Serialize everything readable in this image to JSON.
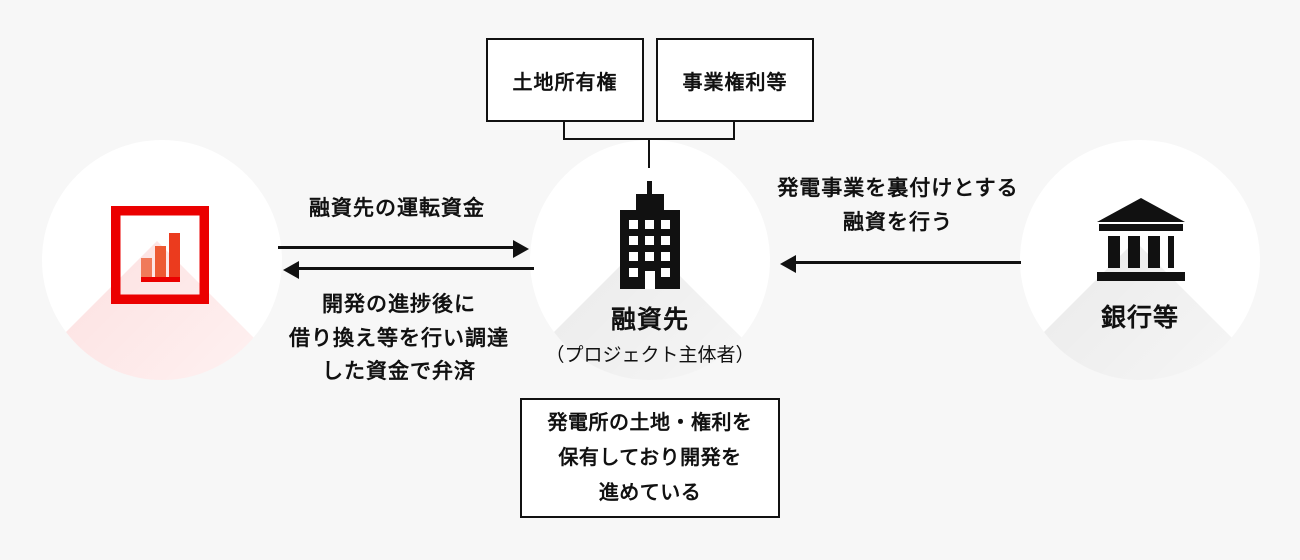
{
  "diagram": {
    "background_color": "#f7f7f7",
    "accent_color": "#eb0000",
    "line_color": "#111111",
    "top_boxes": [
      {
        "label": "土地所有権",
        "name": "box-land-ownership"
      },
      {
        "label": "事業権利等",
        "name": "box-business-rights"
      }
    ],
    "nodes": {
      "left": {
        "icon": "bar-chart-icon",
        "label": ""
      },
      "middle": {
        "icon": "building-icon",
        "label": "融資先",
        "sublabel": "（プロジェクト主体者）"
      },
      "right": {
        "icon": "bank-icon",
        "label": "銀行等"
      }
    },
    "edges": {
      "top_left_caption": "融資先の運転資金",
      "bottom_left_caption_lines": [
        "開発の進捗後に",
        "借り換え等を行い調達",
        "した資金で弁済"
      ],
      "right_caption_lines": [
        "発電事業を裏付けとする",
        "融資を行う"
      ]
    },
    "bottom_box": {
      "lines": [
        "発電所の土地・権利を",
        "保有しており開発を",
        "進めている"
      ]
    }
  }
}
